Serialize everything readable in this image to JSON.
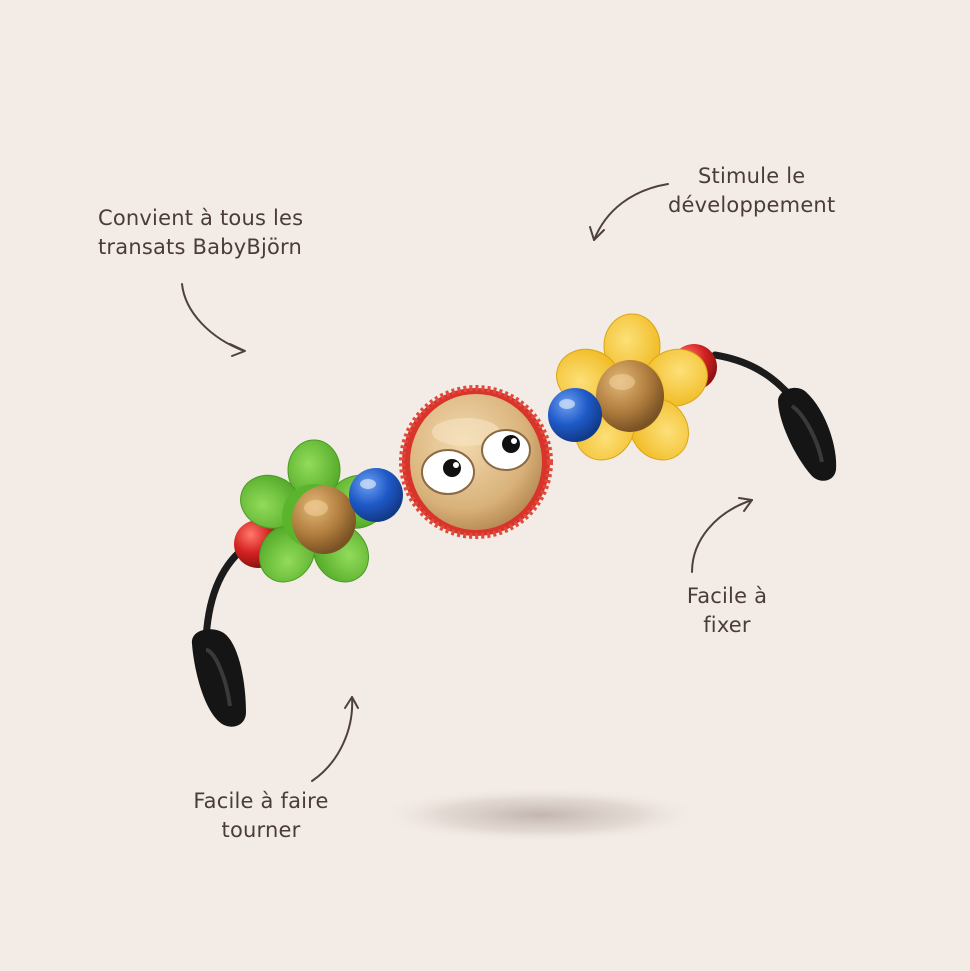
{
  "annotations": {
    "bouncer_fit": {
      "line1": "Convient à tous les",
      "line2": "transats BabyBjörn"
    },
    "development": {
      "line1": "Stimule le",
      "line2": "développement"
    },
    "easy_attach": {
      "line1": "Facile à",
      "line2": "fixer"
    },
    "easy_rotate": {
      "line1": "Facile à faire",
      "line2": "tourner"
    }
  },
  "colors": {
    "background": "#f3ebe6",
    "text": "#4a3c3a",
    "arrow": "#4f403e",
    "flower_green": "#6cc338",
    "flower_yellow": "#f6cb2b",
    "bead_blue": "#1f5ac8",
    "bead_red": "#d42222",
    "face_rim": "#d8342c",
    "wood": "#d9b27a",
    "bar_black": "#1b1b1b"
  },
  "icons": [
    "curved-arrow-icon",
    "toy-bar-illustration"
  ]
}
